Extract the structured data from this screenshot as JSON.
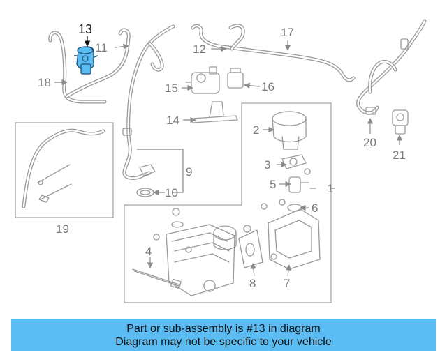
{
  "diagram": {
    "callouts": {
      "c1": "1",
      "c2": "2",
      "c3": "3",
      "c4": "4",
      "c5": "5",
      "c6": "6",
      "c7": "7",
      "c8": "8",
      "c9": "9",
      "c10": "10",
      "c11": "11",
      "c12": "12",
      "c13": "13",
      "c14": "14",
      "c15": "15",
      "c16": "16",
      "c17": "17",
      "c18": "18",
      "c19": "19",
      "c20": "20",
      "c21": "21"
    },
    "highlight_color": "#5bbcf3"
  },
  "banner": {
    "line1": "Part or sub-assembly is #13 in diagram",
    "line2": "Diagram may not be specific to your vehicle",
    "background": "#5bbcf3"
  }
}
